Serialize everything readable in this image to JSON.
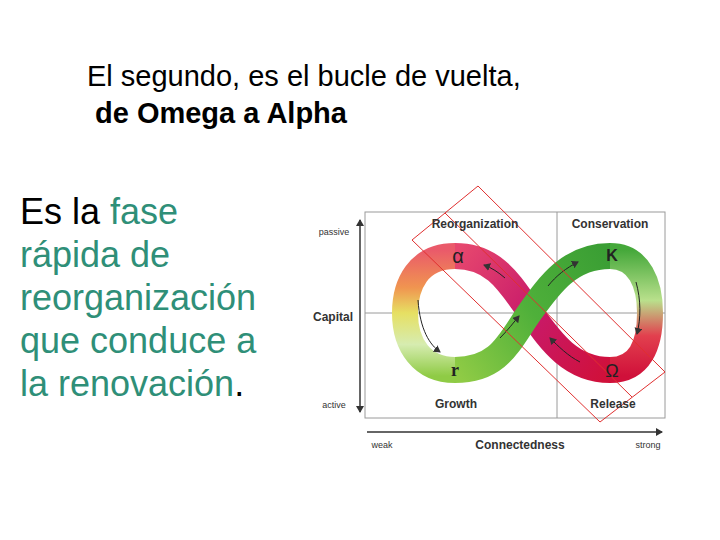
{
  "diagram": {
    "title": "El segundo, es el bucle de vuelta,",
    "labels": [
      "de Omega a Alpha",
      "Es la",
      "fase rápida de reorganización que conduce a la renovación",
      ".",
      "Reorganization",
      "Conservation",
      "passive",
      "Capital",
      "active",
      "Growth",
      "Release",
      "weak",
      "Connectedness",
      "strong",
      "α",
      "K",
      "r",
      "Ω"
    ]
  }
}
